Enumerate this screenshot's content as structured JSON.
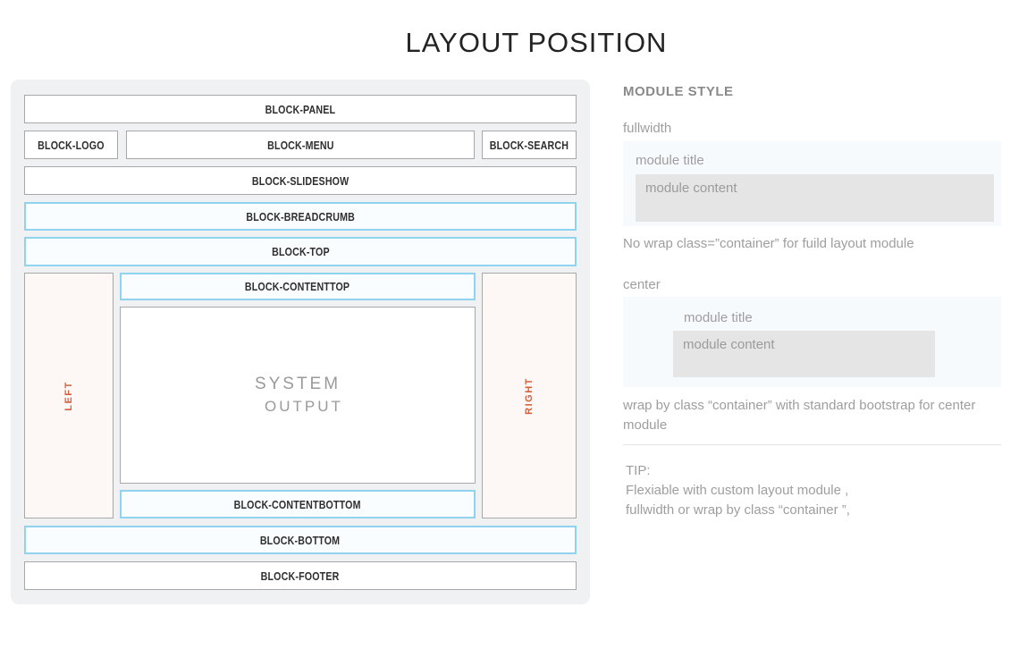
{
  "title": "LAYOUT POSITION",
  "diagram": {
    "blocks": {
      "panel": "BLOCK-PANEL",
      "logo": "BLOCK-LOGO",
      "menu": "BLOCK-MENU",
      "search": "BLOCK-SEARCH",
      "slideshow": "BLOCK-SLIDESHOW",
      "breadcrumb": "BLOCK-BREADCRUMB",
      "top": "BLOCK-TOP",
      "contenttop": "BLOCK-CONTENTTOP",
      "contentbottom": "BLOCK-CONTENTBOTTOM",
      "bottom": "BLOCK-BOTTOM",
      "footer": "BLOCK-FOOTER",
      "left": "LEFT",
      "right": "RIGHT",
      "system_line1": "SYSTEM",
      "system_line2": "OUTPUT"
    },
    "colors": {
      "highlight_border": "#8fd3f0",
      "highlight_fill": "#fafdff",
      "plain_border": "#a8a8a8",
      "side_fill": "#fdf8f5",
      "side_text": "#d5603c",
      "container_bg": "#eff1f3"
    }
  },
  "panel": {
    "heading": "MODULE STYLE",
    "fullwidth": {
      "label": "fullwidth",
      "module_title": "module title",
      "module_content": "module content",
      "caption": "No wrap class=”container” for fuild layout module"
    },
    "center": {
      "label": "center",
      "module_title": "module title",
      "module_content": "module content",
      "caption": "wrap by class “container” with standard bootstrap  for center module"
    },
    "tip": {
      "heading": "TIP:",
      "line1": "Flexiable with custom layout module ,",
      "line2": "fullwidth or wrap by  class “container ”,"
    }
  }
}
